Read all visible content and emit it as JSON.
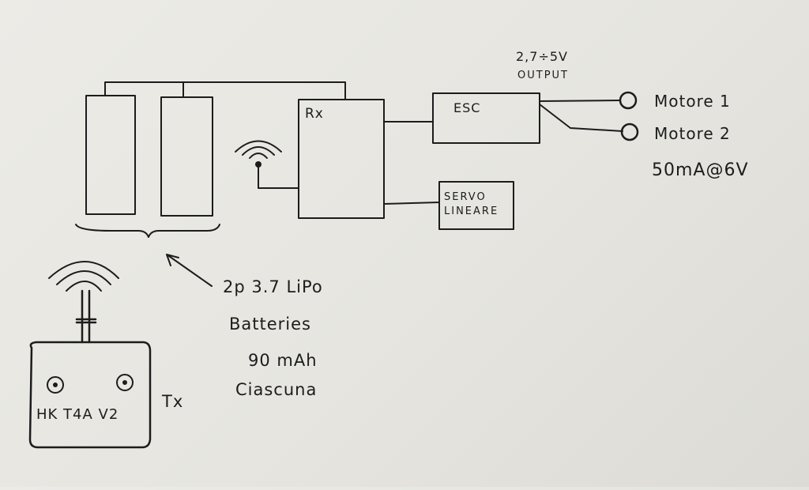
{
  "components": {
    "rx": "Rx",
    "esc": "ESC",
    "esc_output_voltage": "2,7÷5V",
    "esc_output_label": "OUTPUT",
    "servo_line1": "SERVO",
    "servo_line2": "LINEARE",
    "motor1": "Motore 1",
    "motor2": "Motore 2",
    "motor_spec": "50mA@6V",
    "tx_label": "Tx",
    "tx_model": "HK  T4A V2"
  },
  "battery_note": {
    "line1": "2p 3.7 LiPo",
    "line2": "Batteries",
    "line3": "90 mAh",
    "line4": "Ciascuna"
  },
  "colors": {
    "ink": "#1c1c1c",
    "paper": "#e8e7e2"
  }
}
